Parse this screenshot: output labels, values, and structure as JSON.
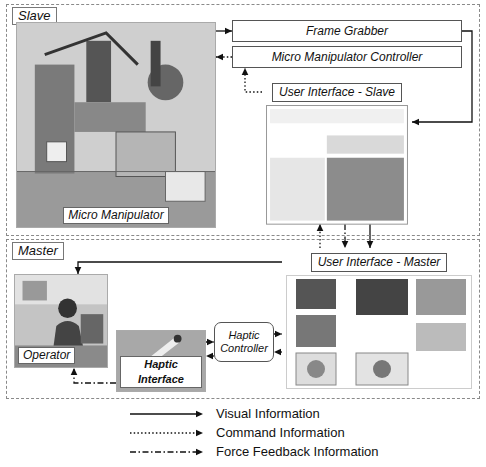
{
  "diagram": {
    "nodes": [
      {
        "text": [
          "Slave"
        ]
      },
      {
        "text": [
          "Micro Manipulator"
        ],
        "in": 0
      },
      {
        "text": [
          "Frame Grabber"
        ],
        "in": 0
      },
      {
        "text": [
          "Micro Manipulator Controller"
        ],
        "in": 0
      },
      {
        "text": [
          "User Interface - Slave"
        ],
        "in": 0
      },
      {
        "text": [
          "Master"
        ]
      },
      {
        "text": [
          "User Interface - Master"
        ],
        "in": 5
      },
      {
        "text": [
          "Operator"
        ],
        "in": 5
      },
      {
        "text": [
          "Haptic Interface"
        ],
        "in": 5
      },
      {
        "text": [
          "Haptic Controller"
        ],
        "in": 5
      }
    ],
    "edges": [
      {
        "from": 1,
        "to": 2,
        "arrow": "to"
      },
      {
        "from": 2,
        "to": 4,
        "arrow": "to"
      },
      {
        "from": 3,
        "to": 1,
        "arrow": "to"
      },
      {
        "from": 4,
        "to": 3,
        "arrow": "to"
      },
      {
        "from": 6,
        "to": 4,
        "arrow": "to"
      },
      {
        "from": 4,
        "to": 6,
        "arrow": "to"
      },
      {
        "from": 4,
        "to": 6,
        "arrow": "to"
      },
      {
        "from": 6,
        "to": 7,
        "arrow": "to"
      },
      {
        "from": 8,
        "to": 9,
        "arrow": "to"
      },
      {
        "from": 9,
        "to": 6,
        "arrow": "to"
      },
      {
        "from": 6,
        "to": 9,
        "arrow": "to"
      },
      {
        "from": 9,
        "to": 8,
        "arrow": "to"
      },
      {
        "from": 8,
        "to": 7,
        "arrow": "to"
      }
    ],
    "legend": [
      {
        "text": "Visual Information"
      },
      {
        "text": "Command Information"
      },
      {
        "text": "Force Feedback Information"
      }
    ]
  }
}
